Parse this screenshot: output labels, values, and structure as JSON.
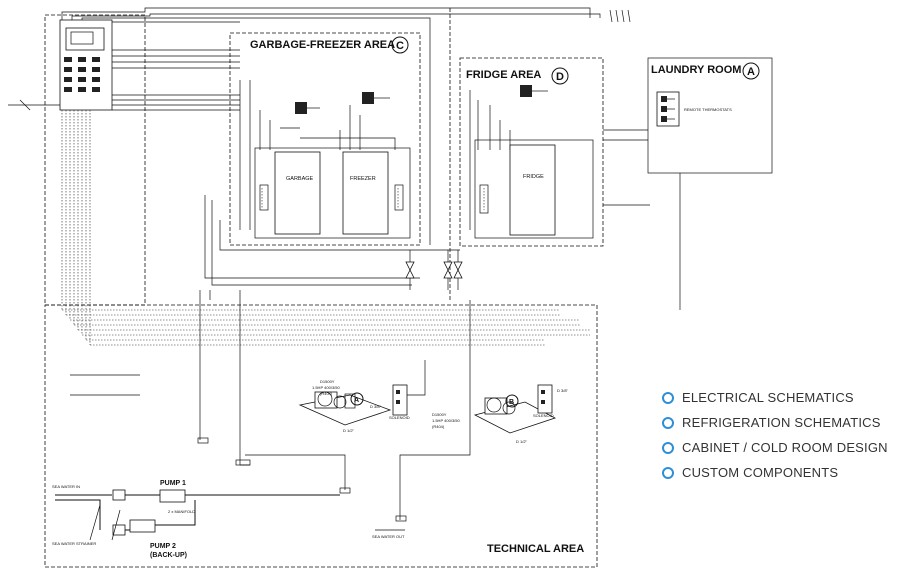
{
  "areas": {
    "garbage_freezer": {
      "title": "GARBAGE-FREEZER AREA",
      "letter": "C"
    },
    "fridge": {
      "title": "FRIDGE AREA",
      "letter": "D"
    },
    "laundry": {
      "title": "LAUNDRY ROOM",
      "letter": "A",
      "thermostats_label": "REMOTE THERMOSTATS"
    },
    "technical": {
      "title": "TECHNICAL AREA"
    }
  },
  "cabinets": {
    "garbage": "GARBAGE",
    "freezer": "FREEZER",
    "fridge": "FRIDGE"
  },
  "units": {
    "a": {
      "model": "D1500Y",
      "power": "1.5HP 400/3/50",
      "gas": "(R404)",
      "letter": "A",
      "pipe_suction": "D 1/2\"",
      "pipe_liquid": "D 3/8\""
    },
    "b": {
      "model": "D1500Y",
      "power": "1.5HP 400/3/50",
      "gas": "(R404)",
      "letter": "B",
      "pipe_suction": "D 1/2\"",
      "pipe_liquid": "D 3/8\""
    }
  },
  "solenoid_label": "SOLENOID",
  "pumps": {
    "pump1": "PUMP 1",
    "pump2_line1": "PUMP 2",
    "pump2_line2": "(BACK-UP)",
    "manifold": "2 x MANIFOLD",
    "sea_water_in": "SEA WATER IN",
    "sea_water_strainer": "SEA WATER STRAINER",
    "sea_water_out": "SEA WATER OUT"
  },
  "legend": {
    "accent": "#2e8fd6",
    "items": [
      "ELECTRICAL SCHEMATICS",
      "REFRIGERATION SCHEMATICS",
      "CABINET / COLD ROOM DESIGN",
      "CUSTOM COMPONENTS"
    ]
  }
}
